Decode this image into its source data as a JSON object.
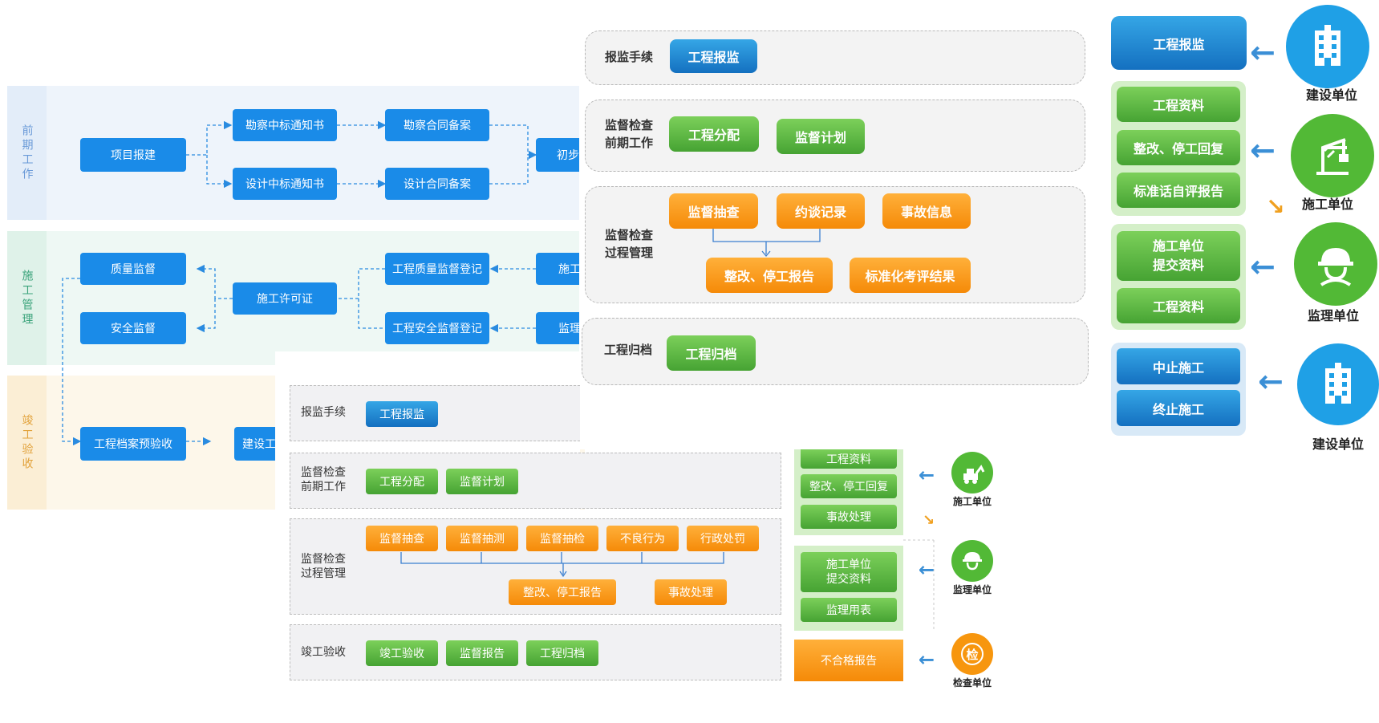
{
  "left_flow": {
    "bands": [
      {
        "label": "前期工作",
        "color": "#6a9ad8",
        "bg": "#eef4fb"
      },
      {
        "label": "施工管理",
        "color": "#3aa37a",
        "bg": "#eef8f4"
      },
      {
        "label": "竣工验收",
        "color": "#e2a23b",
        "bg": "#fdf7ea"
      }
    ],
    "nodes": {
      "project_report": "项目报建",
      "survey_bid": "勘察中标通知书",
      "survey_contract": "勘察合同备案",
      "design_bid": "设计中标通知书",
      "design_contract": "设计合同备案",
      "preliminary": "初步",
      "quality_supervision": "质量监督",
      "safety_supervision": "安全监督",
      "construction_permit": "施工许可证",
      "quality_register": "工程质量监督登记",
      "safety_register": "工程安全监督登记",
      "construction_partial": "施工",
      "supervision_partial": "监理",
      "archive_acceptance": "工程档案预验收",
      "build_partial": "建设工"
    }
  },
  "top_panels": {
    "report": {
      "label": "报监手续",
      "buttons": [
        "工程报监"
      ]
    },
    "pre_work": {
      "label": "监督检查\n前期工作",
      "buttons": [
        "工程分配",
        "监督计划"
      ]
    },
    "process": {
      "label": "监督检查\n过程管理",
      "top_buttons": [
        "监督抽查",
        "约谈记录",
        "事故信息"
      ],
      "bottom_buttons": [
        "整改、停工报告",
        "标准化考评结果"
      ]
    },
    "archive": {
      "label": "工程归档",
      "buttons": [
        "工程归档"
      ]
    }
  },
  "top_right": {
    "report_button": "工程报监",
    "construction_group": [
      "工程资料",
      "整改、停工回复",
      "标准话自评报告"
    ],
    "supervisor_group": [
      "施工单位\n提交资料",
      "工程资料"
    ],
    "builder_group": [
      "中止施工",
      "终止施工"
    ],
    "actors": [
      "建设单位",
      "施工单位",
      "监理单位",
      "建设单位"
    ]
  },
  "bottom_panels": {
    "report": {
      "label": "报监手续",
      "buttons": [
        "工程报监"
      ]
    },
    "pre_work": {
      "label": "监督检查\n前期工作",
      "buttons": [
        "工程分配",
        "监督计划"
      ]
    },
    "process": {
      "label": "监督检查\n过程管理",
      "top_buttons": [
        "监督抽查",
        "监督抽测",
        "监督抽检",
        "不良行为",
        "行政处罚"
      ],
      "bottom_buttons": [
        "整改、停工报告",
        "事故处理"
      ]
    },
    "completion": {
      "label": "竣工验收",
      "buttons": [
        "竣工验收",
        "监督报告",
        "工程归档"
      ]
    }
  },
  "bottom_right": {
    "construction_group": [
      "工程资料",
      "整改、停工回复",
      "事故处理"
    ],
    "supervisor_group": [
      "施工单位\n提交资料",
      "监理用表"
    ],
    "inspection_button": "不合格报告",
    "actors": [
      "施工单位",
      "监理单位",
      "检查单位"
    ],
    "inspection_glyph": "检"
  },
  "colors": {
    "blue": "#1a8be8",
    "green": "#5cba44",
    "orange": "#f7960e",
    "arrow_blue": "#3b8fd6",
    "arrow_orange": "#f0a020"
  }
}
